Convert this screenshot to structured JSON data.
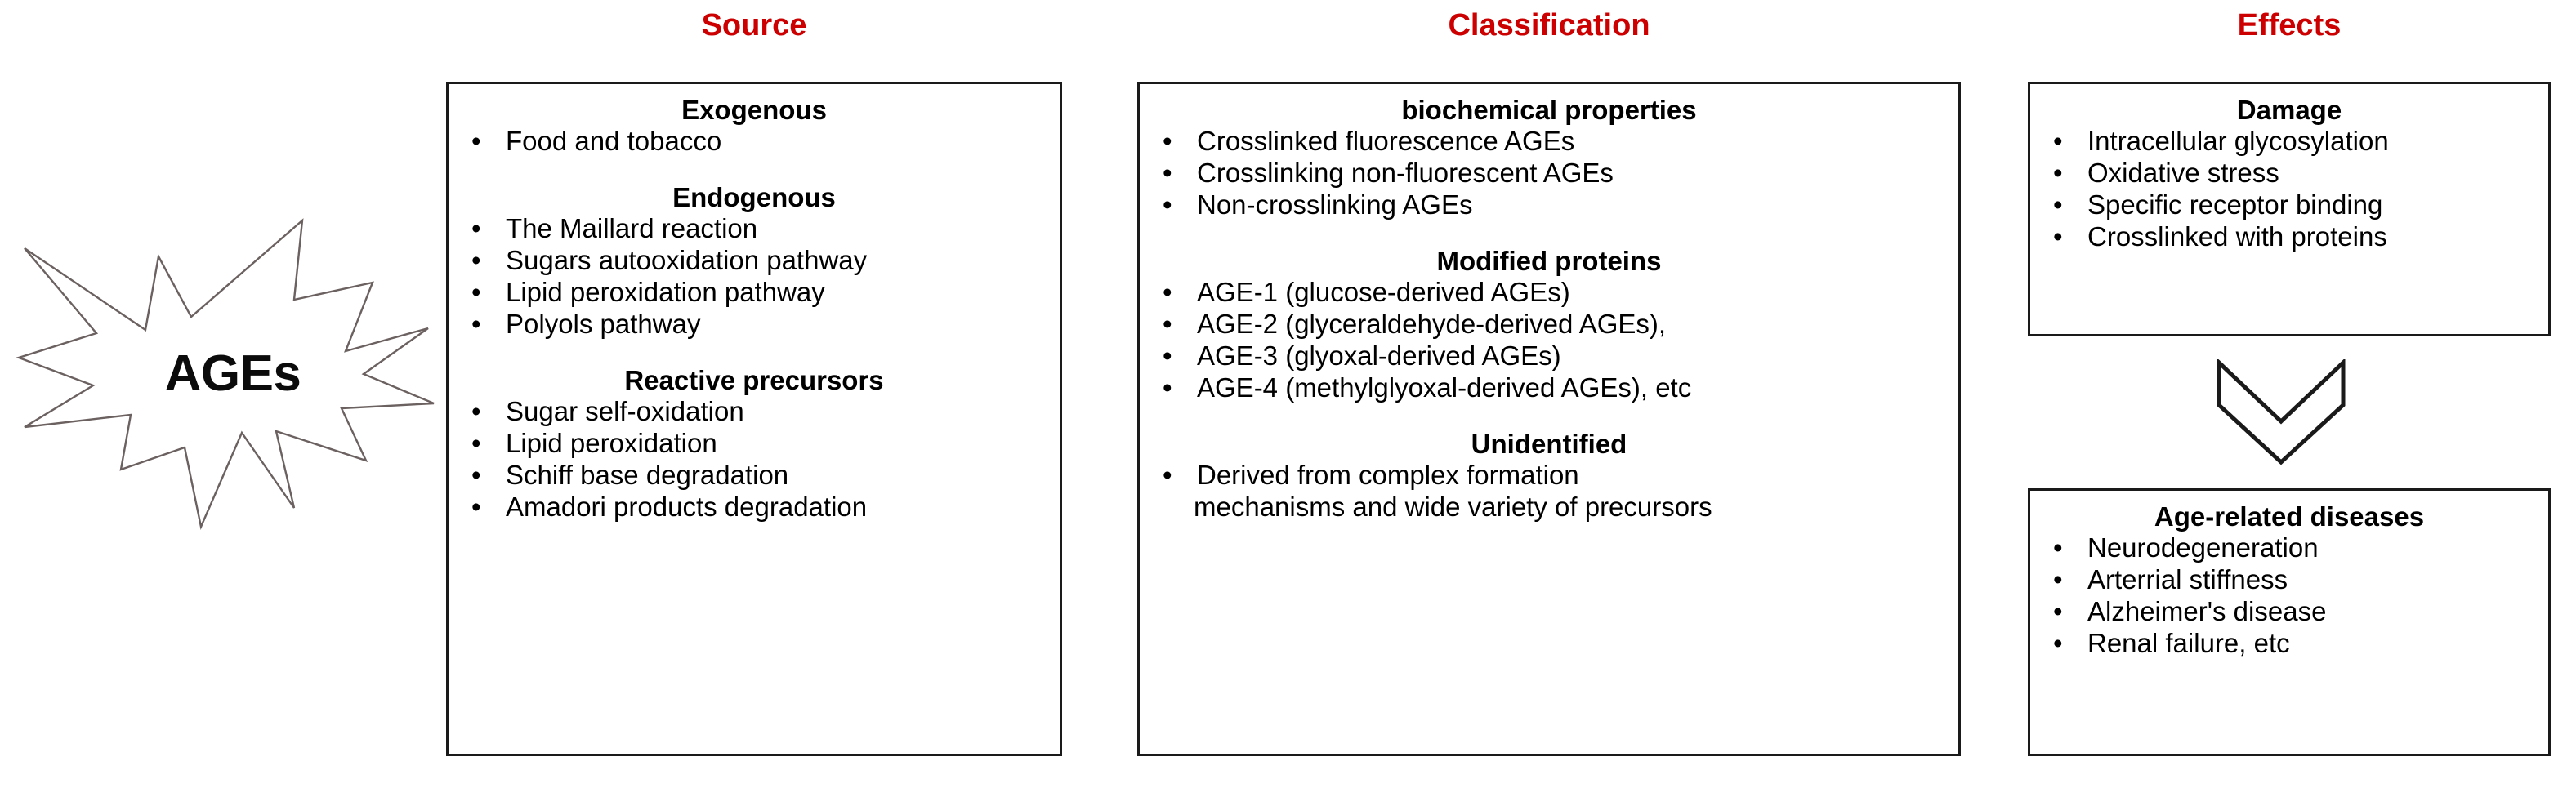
{
  "columns": {
    "source": {
      "title": "Source",
      "groups": [
        {
          "heading": "Exogenous",
          "items": [
            "Food and tobacco"
          ]
        },
        {
          "heading": "Endogenous",
          "items": [
            "The Maillard reaction",
            "Sugars autooxidation pathway",
            "Lipid peroxidation pathway",
            "Polyols pathway"
          ]
        },
        {
          "heading": "Reactive precursors",
          "items": [
            "Sugar self-oxidation",
            "Lipid peroxidation",
            "Schiff base degradation",
            "Amadori products degradation"
          ]
        }
      ]
    },
    "classification": {
      "title": "Classification",
      "groups": [
        {
          "heading": "biochemical properties",
          "items": [
            "Crosslinked fluorescence AGEs",
            "Crosslinking non-fluorescent AGEs",
            "Non-crosslinking AGEs"
          ]
        },
        {
          "heading": "Modified proteins",
          "items": [
            "AGE-1 (glucose-derived AGEs)",
            "AGE-2 (glyceraldehyde-derived AGEs),",
            "AGE-3 (glyoxal-derived AGEs)",
            "AGE-4 (methylglyoxal-derived AGEs), etc"
          ]
        },
        {
          "heading": "Unidentified",
          "items": [
            "Derived from complex formation",
            "mechanisms and wide variety of precursors"
          ]
        }
      ]
    },
    "effects": {
      "title": "Effects",
      "damage": {
        "heading": "Damage",
        "items": [
          "Intracellular glycosylation",
          "Oxidative stress",
          "Specific receptor binding",
          "Crosslinked with proteins"
        ]
      },
      "diseases": {
        "heading": "Age-related diseases",
        "items": [
          "Neurodegeneration",
          "Arterrial stiffness",
          "Alzheimer's disease",
          "Renal failure, etc"
        ]
      }
    }
  },
  "burst": {
    "label": "AGEs"
  },
  "bullet_glyph": "•",
  "colors": {
    "title_red": "#cc0000",
    "box_border": "#1a1a1a",
    "text": "#000000",
    "burst_outline": "#6b6160",
    "background": "#ffffff"
  }
}
